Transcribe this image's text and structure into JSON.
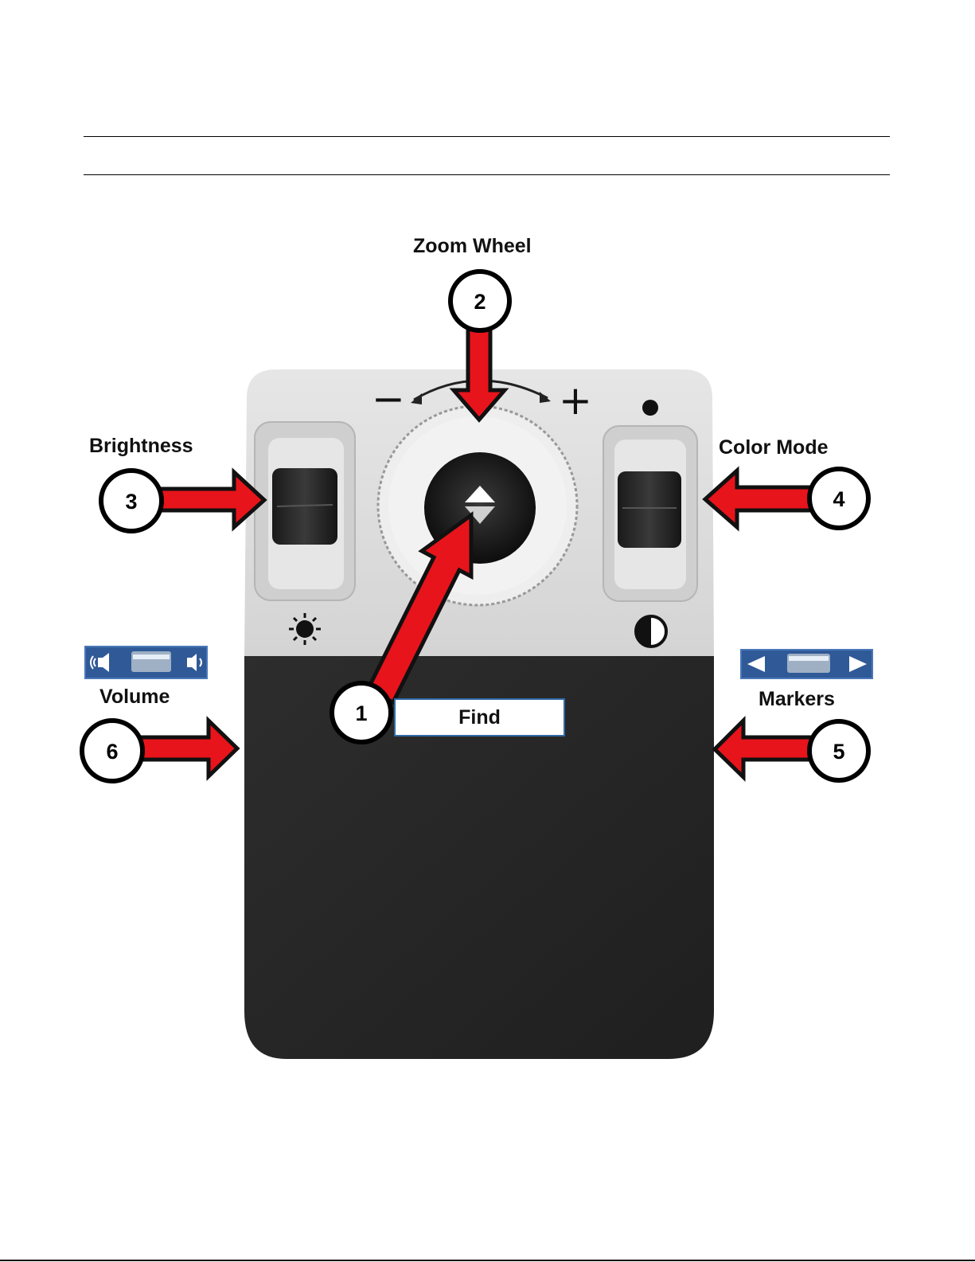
{
  "labels": {
    "zoom_wheel": "Zoom Wheel",
    "brightness": "Brightness",
    "color_mode": "Color Mode",
    "volume": "Volume",
    "markers": "Markers",
    "find": "Find"
  },
  "callouts": {
    "c1": "1",
    "c2": "2",
    "c3": "3",
    "c4": "4",
    "c5": "5",
    "c6": "6"
  },
  "zoom_symbols": {
    "minus": "−",
    "plus": "+"
  },
  "colors": {
    "arrow_red": "#e8141b",
    "device_top": "#dcdcdc",
    "device_bottom": "#262626",
    "indicator_blue": "#2f5a97"
  }
}
